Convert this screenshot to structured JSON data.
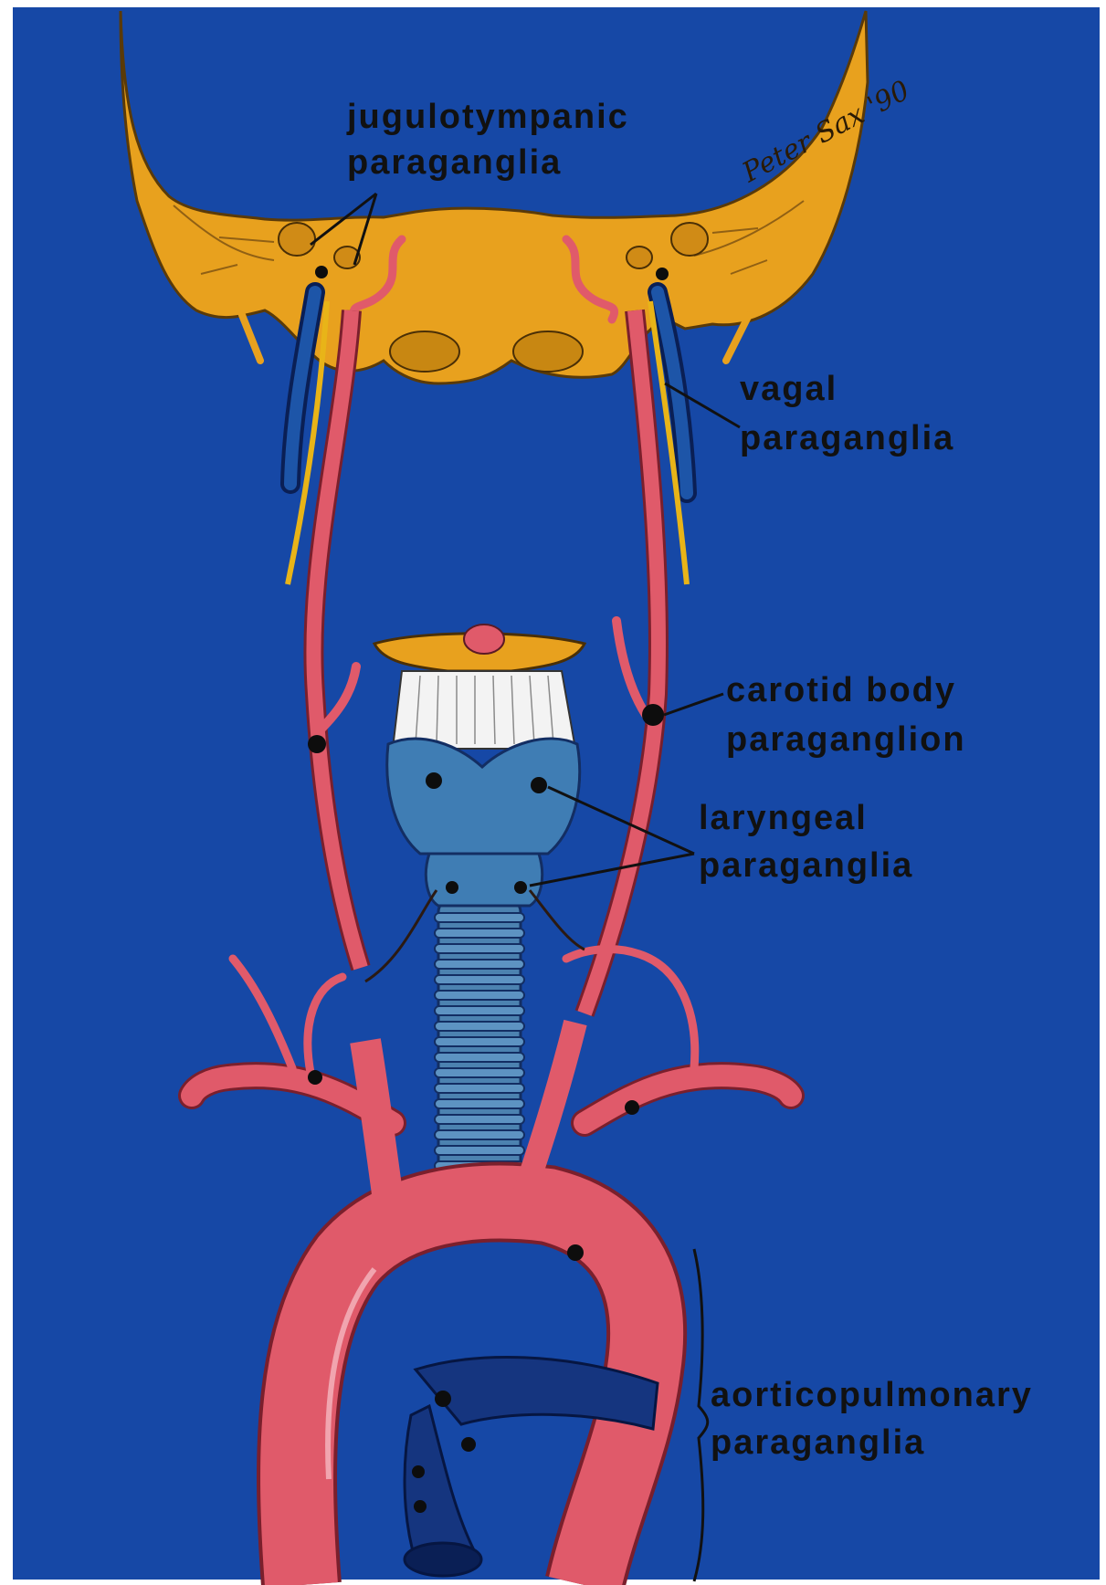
{
  "colors": {
    "background": "#1648a6",
    "bone": "#e8a11e",
    "artery": "#e05a6a",
    "vein": "#15357f",
    "larynx": "#3f7db4",
    "trachea": "#4c82b0",
    "paraganglion": "#0d0d0d",
    "label_text": "#111111"
  },
  "labels": {
    "jugulotympanic": {
      "line1": "jugulotympanic",
      "line2": "paraganglia"
    },
    "vagal": {
      "line1": "vagal",
      "line2": "paraganglia"
    },
    "carotid": {
      "line1": "carotid body",
      "line2": "paraganglion"
    },
    "laryngeal": {
      "line1": "laryngeal",
      "line2": "paraganglia"
    },
    "aorticopulmonary": {
      "line1": "aorticopulmonary",
      "line2": "paraganglia"
    }
  },
  "signature": "Peter Sax '90",
  "icons": [
    "skull-base",
    "carotid-artery",
    "jugular-vein",
    "vagus-nerve",
    "larynx",
    "trachea",
    "aortic-arch",
    "pulmonary-artery"
  ]
}
